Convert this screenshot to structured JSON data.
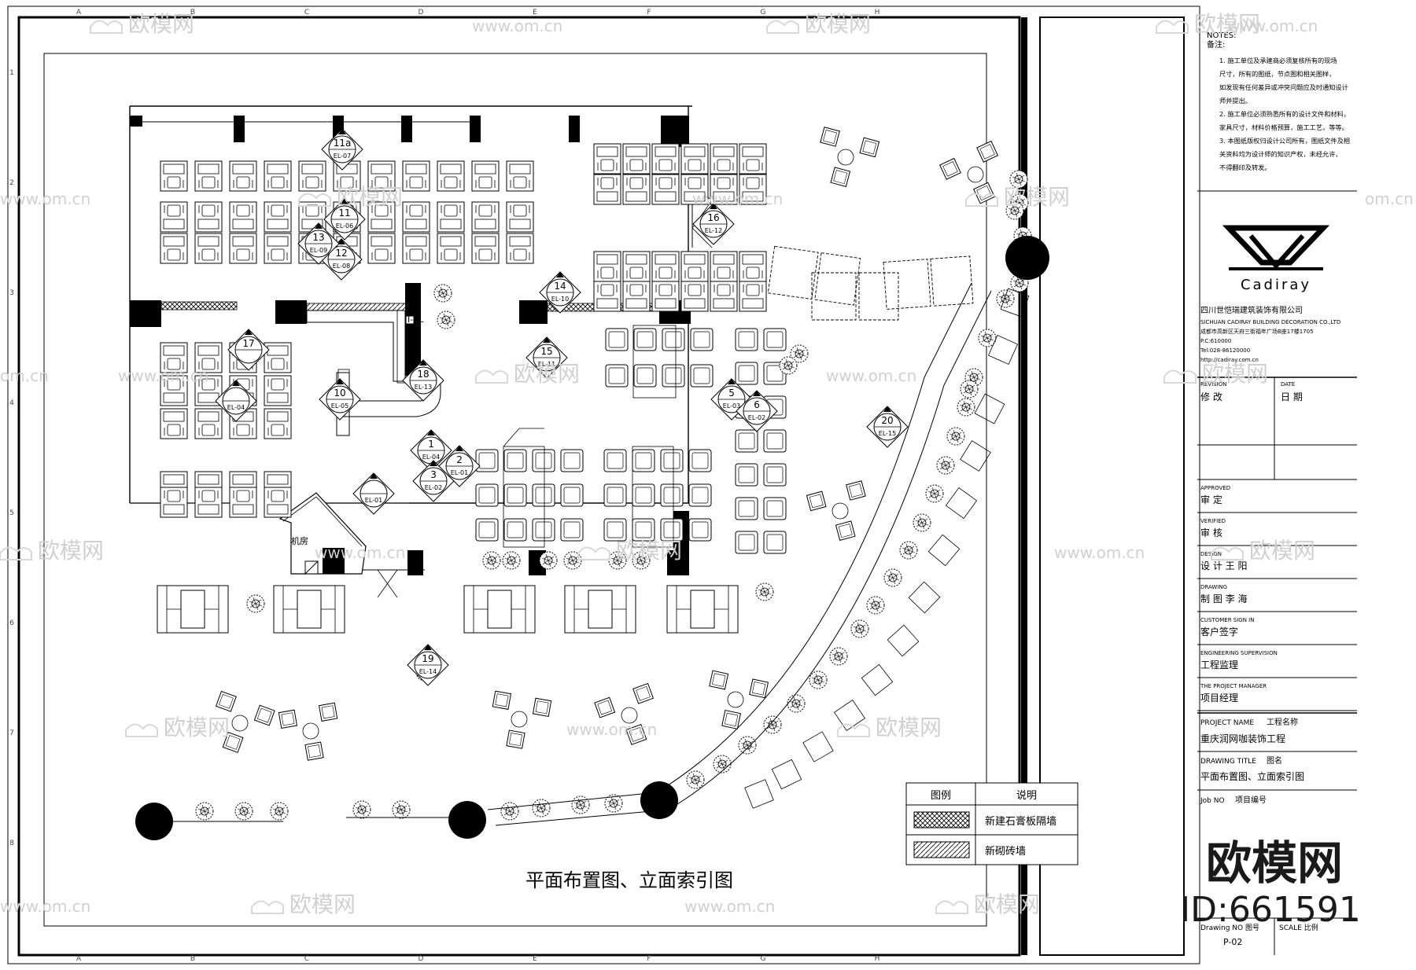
{
  "grid": {
    "columns": [
      "A",
      "B",
      "C",
      "D",
      "E",
      "F",
      "G",
      "H"
    ],
    "rows": [
      "1",
      "2",
      "3",
      "4",
      "5",
      "6",
      "7",
      "8"
    ]
  },
  "plan": {
    "title": "平面布置图、立面索引图",
    "room_label": "机房",
    "bar_label": "I-EL"
  },
  "markers": [
    {
      "num": "11a",
      "ref": "EL-07"
    },
    {
      "num": "11",
      "ref": "EL-06"
    },
    {
      "num": "12",
      "ref": "EL-08"
    },
    {
      "num": "13",
      "ref": "EL-09"
    },
    {
      "num": "16",
      "ref": "EL-12"
    },
    {
      "num": "14",
      "ref": "EL-10"
    },
    {
      "num": "15",
      "ref": "EL-11"
    },
    {
      "num": "17",
      "ref": ""
    },
    {
      "num": "18",
      "ref": "EL-13"
    },
    {
      "num": "10",
      "ref": "EL-05"
    },
    {
      "num": "",
      "ref": "EL-04"
    },
    {
      "num": "1",
      "ref": "EL-04"
    },
    {
      "num": "2",
      "ref": "EL-01"
    },
    {
      "num": "3",
      "ref": "EL-02"
    },
    {
      "num": "",
      "ref": "EL-01"
    },
    {
      "num": "5",
      "ref": "EL-03"
    },
    {
      "num": "6",
      "ref": "EL-02"
    },
    {
      "num": "20",
      "ref": "EL-15"
    },
    {
      "num": "19",
      "ref": "EL-14"
    }
  ],
  "legend": {
    "header_symbol": "图例",
    "header_desc": "说明",
    "items": [
      {
        "pattern": "crosshatch",
        "label": "新建石膏板隔墙"
      },
      {
        "pattern": "hatch",
        "label": "新砌砖墙"
      }
    ]
  },
  "title_block": {
    "notes_title": "NOTES:",
    "notes_sub": "备注:",
    "notes_lines": [
      "1. 施工单位及承建商必须复核所有的现场",
      "尺寸，所有的图纸，节点图和相关图样，",
      "如发现有任何差异或冲突问题应及时通知设计",
      "师并提出。",
      "2. 施工单位必须熟悉所有的设计文件和材料，",
      "家具尺寸，材料价格预算，施工工艺，等等。",
      "3. 本图纸版权归设计公司所有，图纸文件及相",
      "关资料均为设计师的知识产权，未经允许，",
      "不得翻印及转发。"
    ],
    "logo_text": "Cadiray",
    "company_cn": "四川世恺瑞建筑装饰有限公司",
    "company_en": "SICHUAN CADIRAY BUILDING DECORATION CO.,LTD",
    "address": "成都市高新区天府三街福年广场B座17楼1705",
    "post": "P.C:610000",
    "tel": "Tel:028-86120000",
    "web": "http://cadiray.com.cn",
    "revision_en": "REVISION",
    "revision_cn": "修 改",
    "date_en": "DATE",
    "date_cn": "日 期",
    "rows": [
      {
        "en": "APPROVED",
        "cn": "审 定"
      },
      {
        "en": "VERIFIED",
        "cn": "审 核"
      },
      {
        "en": "DESIGN",
        "cn": "设 计  王 阳"
      },
      {
        "en": "DRAWING",
        "cn": "制 图  李 海"
      },
      {
        "en": "CUSTOMER SIGN IN",
        "cn": "客户签字"
      },
      {
        "en": "ENGINEERING SUPERVISION",
        "cn": "工程监理"
      },
      {
        "en": "THE PROJECT MANAGER",
        "cn": "项目经理"
      }
    ],
    "project_en": "PROJECT NAME",
    "project_cn_label": "工程名称",
    "project_value": "重庆润网咖装饰工程",
    "drawing_title_en": "DRAWING TITLE",
    "drawing_title_cn": "图名",
    "drawing_title_value": "平面布置图、立面索引图",
    "job_en": "Job NO",
    "job_cn": "项目编号",
    "drawing_no_label": "Drawing NO 图号",
    "drawing_no_value": "P-02",
    "scale_label": "SCALE 比例"
  },
  "watermark": {
    "brand": "欧模网",
    "url": "www.om.cn",
    "url_short": "om.cn",
    "id": "ID:661591"
  }
}
